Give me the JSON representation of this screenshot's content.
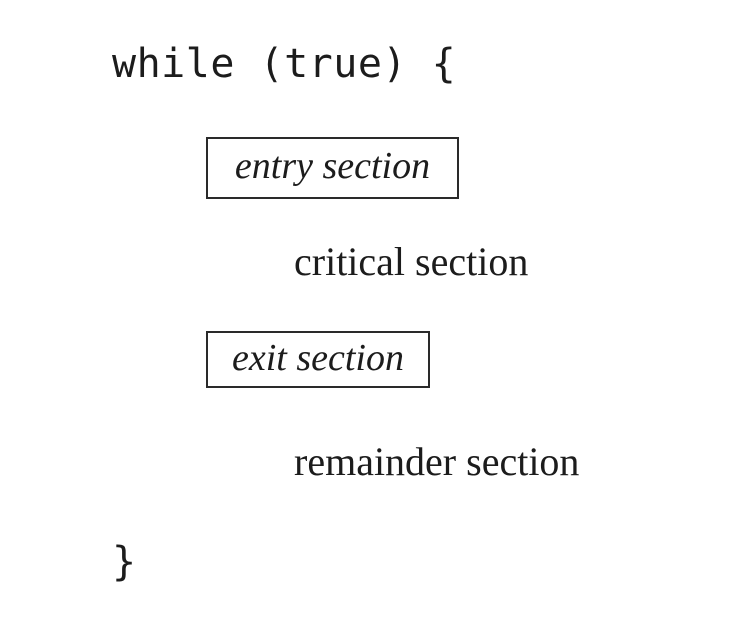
{
  "figure": {
    "background_color": "#ffffff",
    "text_color": "#1c1c1c",
    "box_border_color": "#2a2a2a"
  },
  "code": {
    "loop_open": "while (true) {",
    "loop_close": "}"
  },
  "sections": {
    "entry": {
      "label": "entry section",
      "boxed": true,
      "style": "italic"
    },
    "critical": {
      "label": "critical section",
      "boxed": false,
      "style": "roman"
    },
    "exit": {
      "label": "exit section",
      "boxed": true,
      "style": "italic"
    },
    "remainder": {
      "label": "remainder section",
      "boxed": false,
      "style": "roman"
    }
  }
}
